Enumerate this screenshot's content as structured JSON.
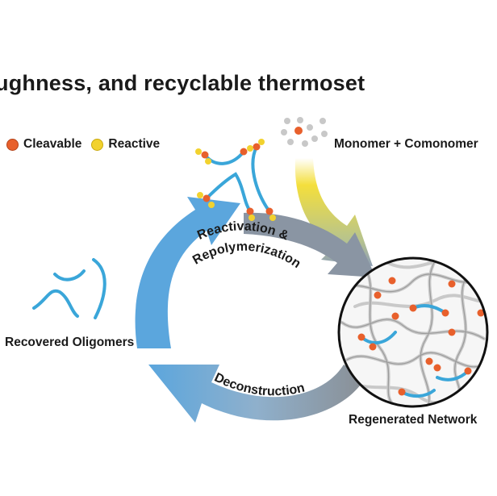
{
  "title": "ughness, and recyclable thermoset",
  "legend": {
    "cleavable": {
      "label": "Cleavable",
      "color": "#e8602c"
    },
    "reactive": {
      "label": "Reactive",
      "color": "#f2d22e"
    }
  },
  "labels": {
    "monomer": "Monomer + Comonomer",
    "recovered": "Recovered Oligomers",
    "regenerated": "Regenerated Network",
    "reactivation_line1": "Reactivation &",
    "reactivation_line2": "Repolymerization",
    "deconstruction": "Deconstruction"
  },
  "colors": {
    "arrow_blue": "#5ba6dd",
    "arrow_gray": "#8a8f95",
    "chain_blue": "#3aa6d9",
    "chain_gray": "#b9b9b9"
  }
}
